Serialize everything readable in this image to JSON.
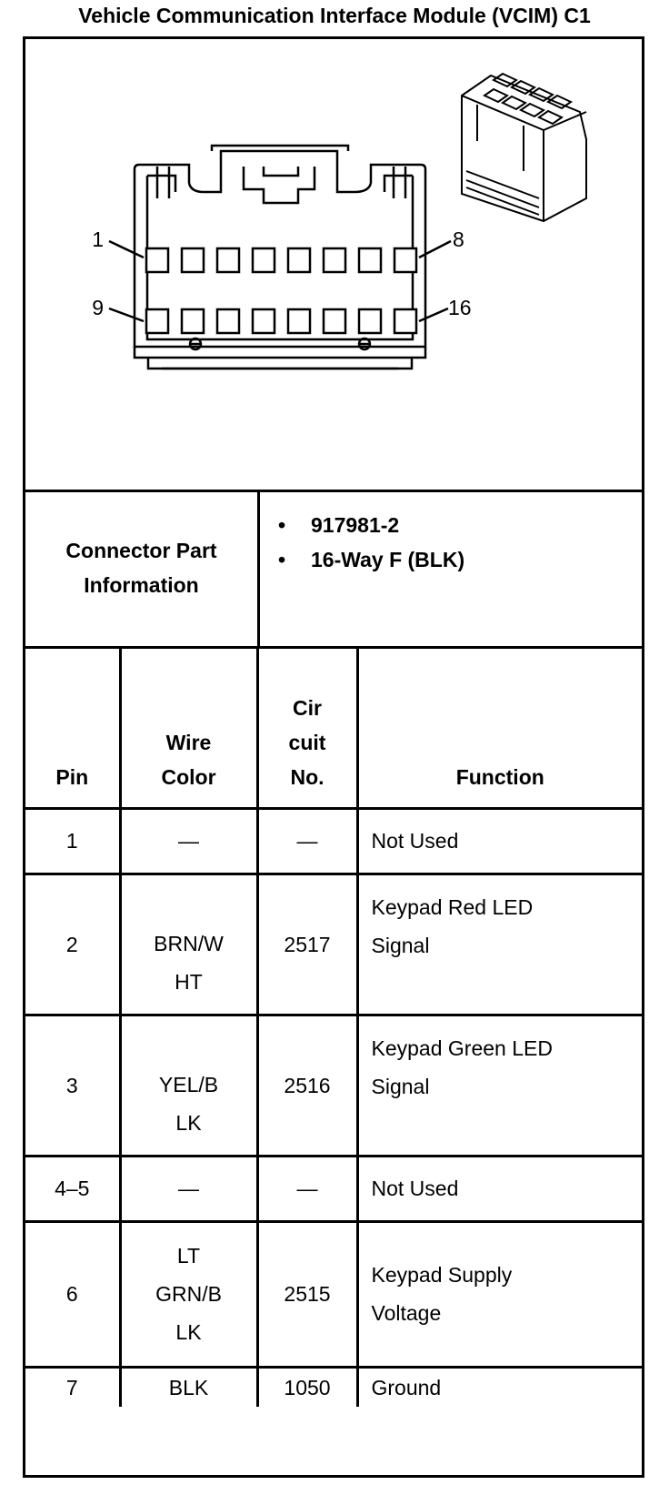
{
  "title": "Vehicle Communication Interface Module (VCIM) C1",
  "diagram": {
    "pin_labels": {
      "top_left": "1",
      "top_right": "8",
      "bottom_left": "9",
      "bottom_right": "16"
    }
  },
  "connector_info": {
    "label_line1": "Connector Part",
    "label_line2": "Information",
    "items": [
      "917981-2",
      "16-Way F (BLK)"
    ],
    "bullet": "•"
  },
  "table": {
    "headers": {
      "pin": "Pin",
      "wire_color_1": "Wire",
      "wire_color_2": "Color",
      "circuit_1": "Cir",
      "circuit_2": "cuit",
      "circuit_3": "No.",
      "function": "Function"
    },
    "rows": [
      {
        "pin": "1",
        "wire": [
          "—"
        ],
        "circuit": "—",
        "function": [
          "Not Used"
        ]
      },
      {
        "pin": "2",
        "wire": [
          "BRN/W",
          "HT"
        ],
        "circuit": "2517",
        "function": [
          "Keypad Red LED",
          "Signal"
        ]
      },
      {
        "pin": "3",
        "wire": [
          "YEL/B",
          "LK"
        ],
        "circuit": "2516",
        "function": [
          "Keypad Green LED",
          "Signal"
        ]
      },
      {
        "pin": "4–5",
        "wire": [
          "—"
        ],
        "circuit": "—",
        "function": [
          "Not Used"
        ]
      },
      {
        "pin": "6",
        "wire": [
          "LT",
          "GRN/B",
          "LK"
        ],
        "circuit": "2515",
        "function": [
          "Keypad Supply",
          "Voltage"
        ]
      },
      {
        "pin": "7",
        "wire": [
          "BLK"
        ],
        "circuit": "1050",
        "function": [
          "Ground"
        ]
      }
    ]
  }
}
